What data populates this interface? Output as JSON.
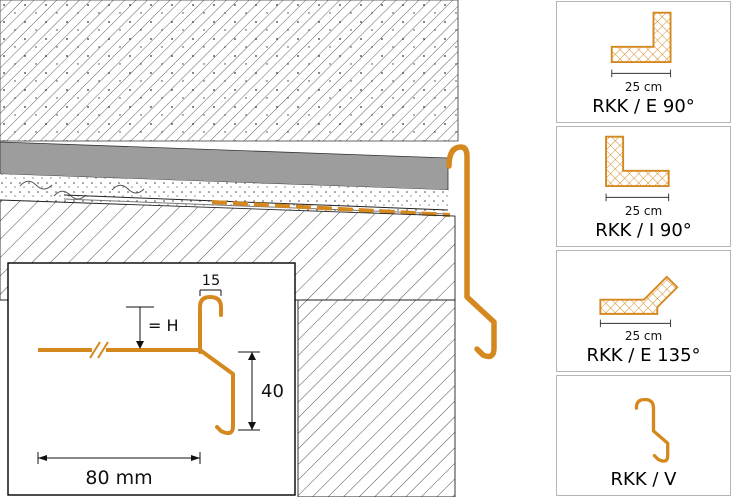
{
  "colors": {
    "profile": "#D4881E",
    "tile": "#9D9D9D",
    "line": "#222222",
    "panel_border": "#b5b5b5"
  },
  "main": {
    "inset": {
      "dim_hook": "15",
      "dim_height": "= H",
      "dim_drip": "40",
      "dim_length": "80 mm"
    }
  },
  "sidebar": {
    "panels": [
      {
        "label": "RKK / E 90°",
        "dim": "25 cm",
        "icon": "corner-external-90-icon"
      },
      {
        "label": "RKK / I 90°",
        "dim": "25 cm",
        "icon": "corner-internal-90-icon"
      },
      {
        "label": "RKK / E 135°",
        "dim": "25 cm",
        "icon": "corner-external-135-icon"
      },
      {
        "label": "RKK / V",
        "icon": "vertical-connector-icon"
      }
    ]
  }
}
